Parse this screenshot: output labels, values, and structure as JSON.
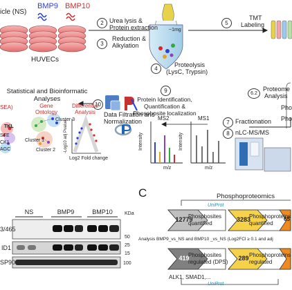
{
  "panel_a": {
    "top_left": "icle (NS)",
    "bmp9": "BMP9",
    "bmp10": "BMP10",
    "huvecs": "HUVECs"
  },
  "steps": {
    "s2": "2",
    "s3": "3",
    "s4": "4",
    "s5": "5",
    "s6_2": "6.2",
    "s7": "7",
    "s8": "8",
    "s9": "9",
    "s10": "10"
  },
  "workflow": {
    "lysis": "Urea lysis &",
    "extraction": "Protein extraction",
    "reduction": "Reduction &",
    "alkylation": "Alkylation",
    "amount": "~1mg",
    "proteolysis": "Proteolysis",
    "enzymes": "(LysC, Trypsin)",
    "tmt1": "TMT",
    "tmt2": "Labeling",
    "proteome1": "Proteome",
    "proteome2": "Analysis",
    "pho1": "Pho",
    "pho2": "Pho",
    "fractionation": "Fractionation",
    "nlc": "nLC-MS/MS",
    "id1": "Protein Identification,",
    "id2": "Quantification &",
    "id3": "Phosphosite localization",
    "ms2": "MS2",
    "ms1": "MS1",
    "intensity": "Intensity",
    "mz": "m/z",
    "filtration1": "Data Filtration and",
    "filtration2": "Normalization"
  },
  "stats": {
    "title1": "Statistical and Bioinformatic",
    "title2": "Analyses",
    "sea": "SEA)",
    "go1": "Gene",
    "go2": "Ontology",
    "diff1": "Differential",
    "diff2": "Analysis",
    "cluster1": "Cluster 1",
    "cluster2": "Cluster 2",
    "cluster3": "Cluster 3",
    "tkl": "TKL",
    "ste": "STE",
    "ck1": "CK1",
    "agc": "AGC",
    "ylabel": "-Log10 adj Pvalue",
    "xlabel": "Log2 Fold change"
  },
  "western": {
    "ns": "NS",
    "bmp9": "BMP9",
    "bmp10": "BMP10",
    "kda": "KDa",
    "row1": "3/465",
    "row2": "ID1",
    "row3": "SP90",
    "m50": "50",
    "m25": "25",
    "m15": "15",
    "m100": "100"
  },
  "panel_c": {
    "label": "C",
    "title": "Phosphoproteomics",
    "uniprot": "UniProt",
    "n1": "12779",
    "l1a": "Phosphosites",
    "l1b": "quantified",
    "n2": "3283",
    "l2a": "Phosphoproteins",
    "l2b": "quantified",
    "n3": "65",
    "analysis": "Analysis BMP9_vs_NS and BMP10 _vs_NS (Log2FCl ≥ 0.1 and adj",
    "n4": "419",
    "l4a": "Phosphosites",
    "l4b": "regulated (DPS)",
    "n5": "289",
    "l5a": "Phosphoproteins",
    "l5b": "regulated",
    "bottom": "ALK1, SMAD1,..."
  },
  "colors": {
    "red": "#d32b2b",
    "blue": "#2b3fd3",
    "chevron_grey": "#bfbfbf",
    "chevron_dark": "#808080",
    "chevron_yellow": "#f6d24a",
    "chevron_orange": "#ef8a1f"
  }
}
